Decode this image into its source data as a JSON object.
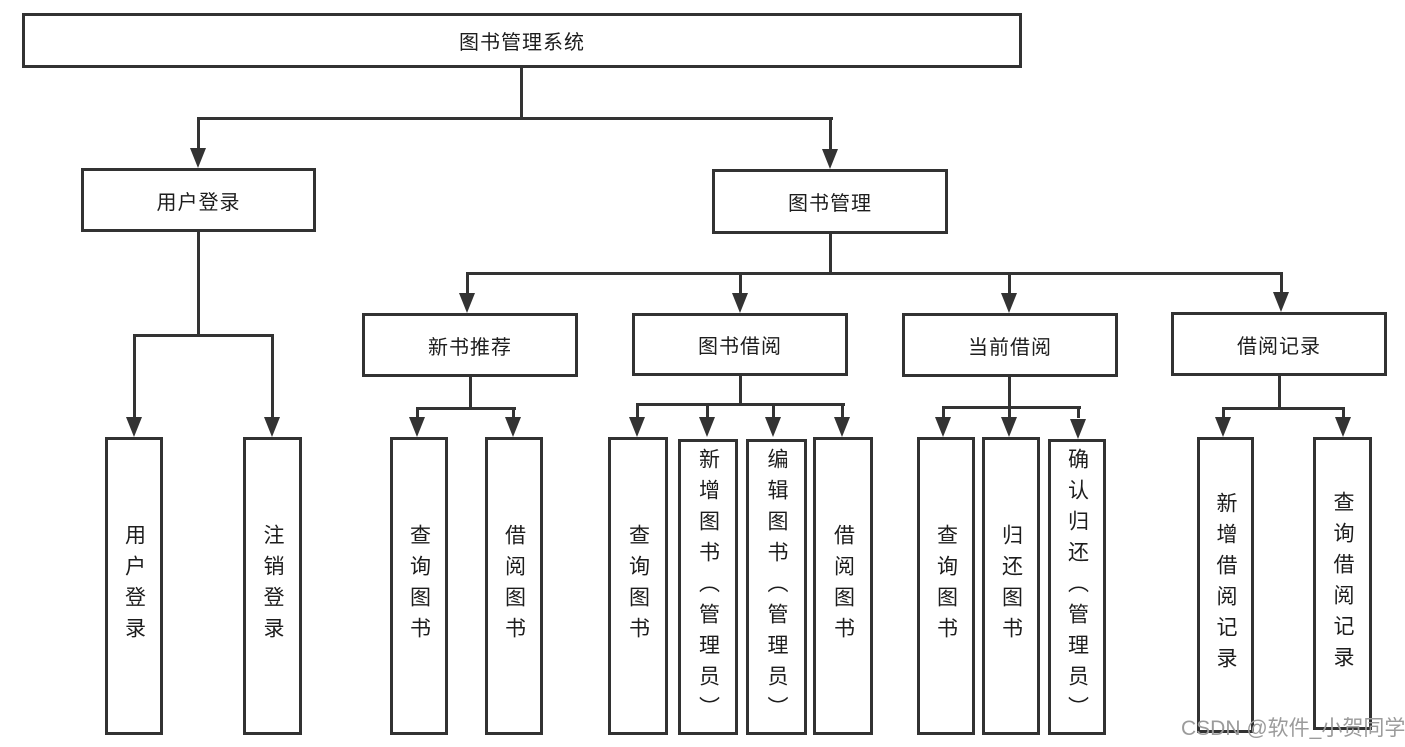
{
  "tree": {
    "root": "图书管理系统",
    "branches": [
      {
        "label": "用户登录",
        "children": [
          "用户登录",
          "注销登录"
        ]
      },
      {
        "label": "图书管理",
        "groups": [
          {
            "label": "新书推荐",
            "children": [
              "查询图书",
              "借阅图书"
            ]
          },
          {
            "label": "图书借阅",
            "children": [
              "查询图书",
              "新增图书（管理员）",
              "编辑图书（管理员）",
              "借阅图书"
            ]
          },
          {
            "label": "当前借阅",
            "children": [
              "查询图书",
              "归还图书",
              "确认归还（管理员）"
            ]
          },
          {
            "label": "借阅记录",
            "children": [
              "新增借阅记录",
              "查询借阅记录"
            ]
          }
        ]
      }
    ]
  },
  "watermark": "CSDN @软件_小贺同学",
  "colors": {
    "line": "#333333",
    "box_border": "#323232",
    "text": "#1d1d1d",
    "watermark": "#9b9b9b",
    "background": "#ffffff"
  }
}
